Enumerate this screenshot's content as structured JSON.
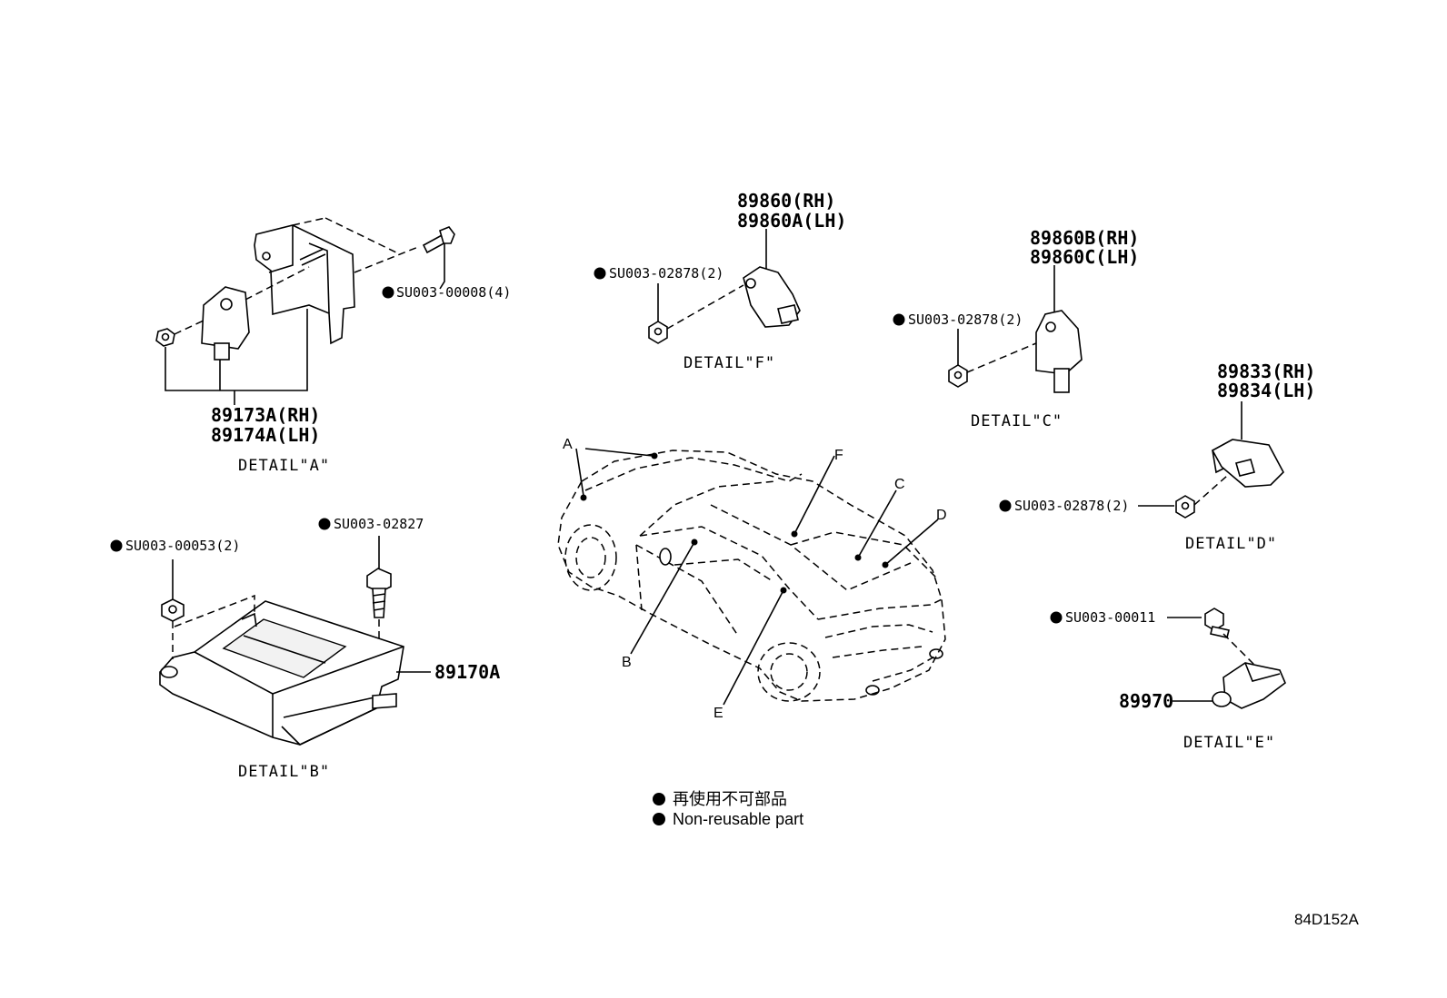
{
  "detail_a": {
    "fastener": "SU003-00008(4)",
    "part_rh": "89173A(RH)",
    "part_lh": "89174A(LH)",
    "label": "DETAIL\"A\""
  },
  "detail_b": {
    "fastener_nut": "SU003-00053(2)",
    "fastener_bolt": "SU003-02827",
    "part": "89170A",
    "label": "DETAIL\"B\""
  },
  "detail_f": {
    "part_rh": "89860(RH)",
    "part_lh": "89860A(LH)",
    "fastener": "SU003-02878(2)",
    "label": "DETAIL\"F\""
  },
  "detail_c": {
    "part_rh": "89860B(RH)",
    "part_lh": "89860C(LH)",
    "fastener": "SU003-02878(2)",
    "label": "DETAIL\"C\""
  },
  "detail_d": {
    "part_rh": "89833(RH)",
    "part_lh": "89834(LH)",
    "fastener": "SU003-02878(2)",
    "label": "DETAIL\"D\""
  },
  "detail_e": {
    "fastener": "SU003-00011",
    "part": "89970",
    "label": "DETAIL\"E\""
  },
  "car_callouts": {
    "a": "A",
    "b": "B",
    "c": "C",
    "d": "D",
    "e": "E",
    "f": "F"
  },
  "legend": {
    "line_ja": "再使用不可部品",
    "line_en": "Non-reusable part"
  },
  "diagram_ref": "84D152A"
}
